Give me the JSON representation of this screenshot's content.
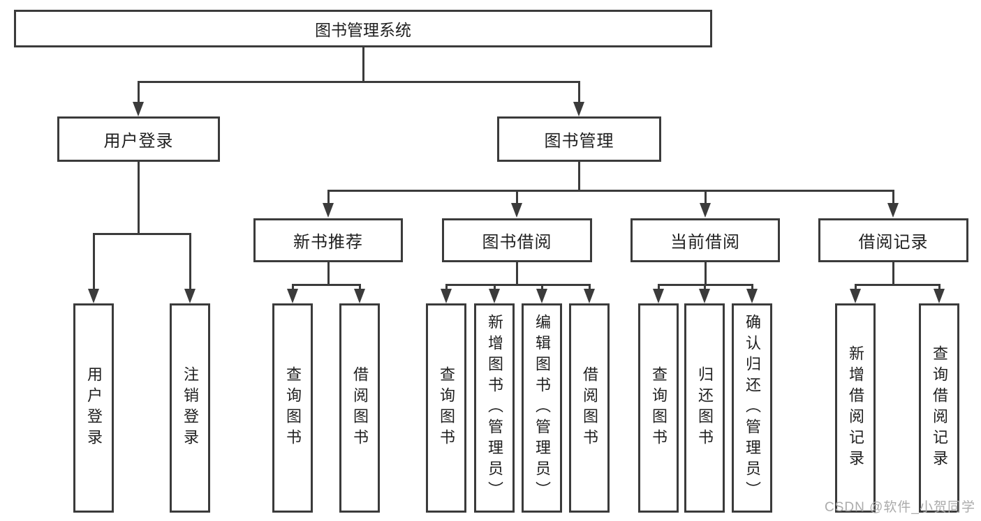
{
  "title": "图书管理系统",
  "watermark": "CSDN @软件_小贺同学",
  "colors": {
    "line": "#3b3b3b",
    "text": "#1f1f1f",
    "watermark": "#ababab",
    "bg": "#ffffff"
  },
  "root": {
    "label": "图书管理系统"
  },
  "branches": [
    {
      "label": "用户登录",
      "leaves": [
        "用户登录",
        "注销登录"
      ]
    },
    {
      "label": "图书管理",
      "sections": [
        {
          "label": "新书推荐",
          "leaves": [
            "查询图书",
            "借阅图书"
          ]
        },
        {
          "label": "图书借阅",
          "leaves": [
            "查询图书",
            "新增图书（管理员）",
            "编辑图书（管理员）",
            "借阅图书"
          ]
        },
        {
          "label": "当前借阅",
          "leaves": [
            "查询图书",
            "归还图书",
            "确认归还（管理员）"
          ]
        },
        {
          "label": "借阅记录",
          "leaves": [
            "新增借阅记录",
            "查询借阅记录"
          ]
        }
      ]
    }
  ]
}
